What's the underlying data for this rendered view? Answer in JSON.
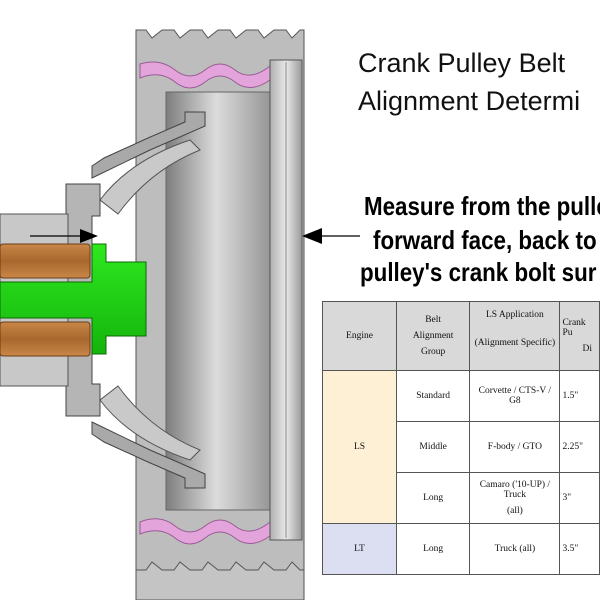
{
  "title": {
    "line1": "Crank Pulley Belt",
    "line2": "Alignment Determi"
  },
  "callout": {
    "line1": "Measure from the pulle",
    "line2": "forward face, back to",
    "line3": "pulley's crank bolt sur"
  },
  "table": {
    "headers": {
      "engine": "Engine",
      "group_lines": [
        "Belt",
        "Alignment",
        "Group"
      ],
      "application_lines": [
        "LS Application",
        "(Alignment Specific)"
      ],
      "crank_lines": [
        "Crank Pu",
        "Di"
      ]
    },
    "rows": [
      {
        "engine": "LS",
        "group": "Standard",
        "application": "Corvette / CTS-V / G8",
        "crank": "1.5\""
      },
      {
        "engine": "LS",
        "group": "Middle",
        "application": "F-body / GTO",
        "crank": "2.25\""
      },
      {
        "engine": "LS",
        "group": "Long",
        "application_lines": [
          "Camaro ('10-UP) / Truck",
          "(all)"
        ],
        "crank": "3\""
      },
      {
        "engine": "LT",
        "group": "Long",
        "application": "Truck (all)",
        "crank": "3.5\""
      }
    ]
  },
  "colors": {
    "ls_cell": "#fdf0d4",
    "lt_cell": "#dcdff2",
    "header_cell": "#d9d9d9",
    "bolt_green": "#27e01b",
    "washer_brown": "#b9743a",
    "belt_pink": "#e2a4da",
    "metal_gray": "#b3b3b3"
  }
}
